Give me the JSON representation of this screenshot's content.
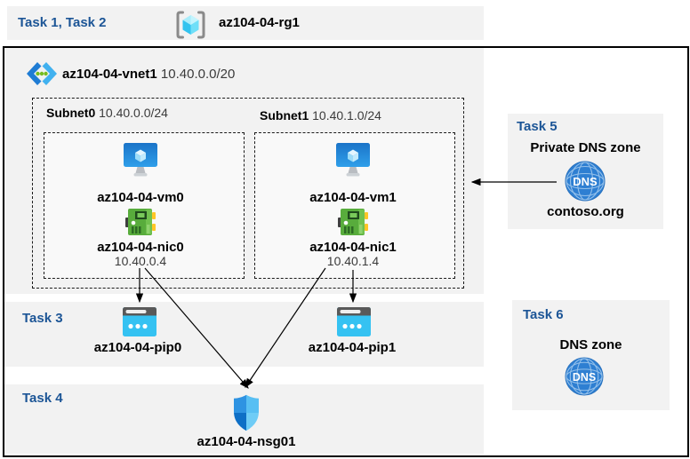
{
  "colors": {
    "task_blue": "#1C5596",
    "panel_gray": "#F2F2F2",
    "vm_blue": "#1B7FD4",
    "nic_green": "#58AC3C",
    "pip_cyan": "#35C2F2",
    "dns_blue": "#2E7FD2"
  },
  "header": {
    "tasks_label": "Task 1, Task 2",
    "resource_group_name": "az104-04-rg1"
  },
  "vnet": {
    "name": "az104-04-vnet1",
    "cidr": "10.40.0.0/20"
  },
  "subnets": [
    {
      "name": "Subnet0",
      "cidr": "10.40.0.0/24",
      "vm_name": "az104-04-vm0",
      "nic_name": "az104-04-nic0",
      "nic_ip": "10.40.0.4"
    },
    {
      "name": "Subnet1",
      "cidr": "10.40.1.0/24",
      "vm_name": "az104-04-vm1",
      "nic_name": "az104-04-nic1",
      "nic_ip": "10.40.1.4"
    }
  ],
  "task3": {
    "label": "Task 3",
    "pip0_name": "az104-04-pip0",
    "pip1_name": "az104-04-pip1"
  },
  "task4": {
    "label": "Task 4",
    "nsg_name": "az104-04-nsg01"
  },
  "task5": {
    "label": "Task 5",
    "title": "Private DNS zone",
    "zone_name": "contoso.org",
    "dns_badge": "DNS"
  },
  "task6": {
    "label": "Task 6",
    "title": "DNS zone",
    "dns_badge": "DNS"
  }
}
